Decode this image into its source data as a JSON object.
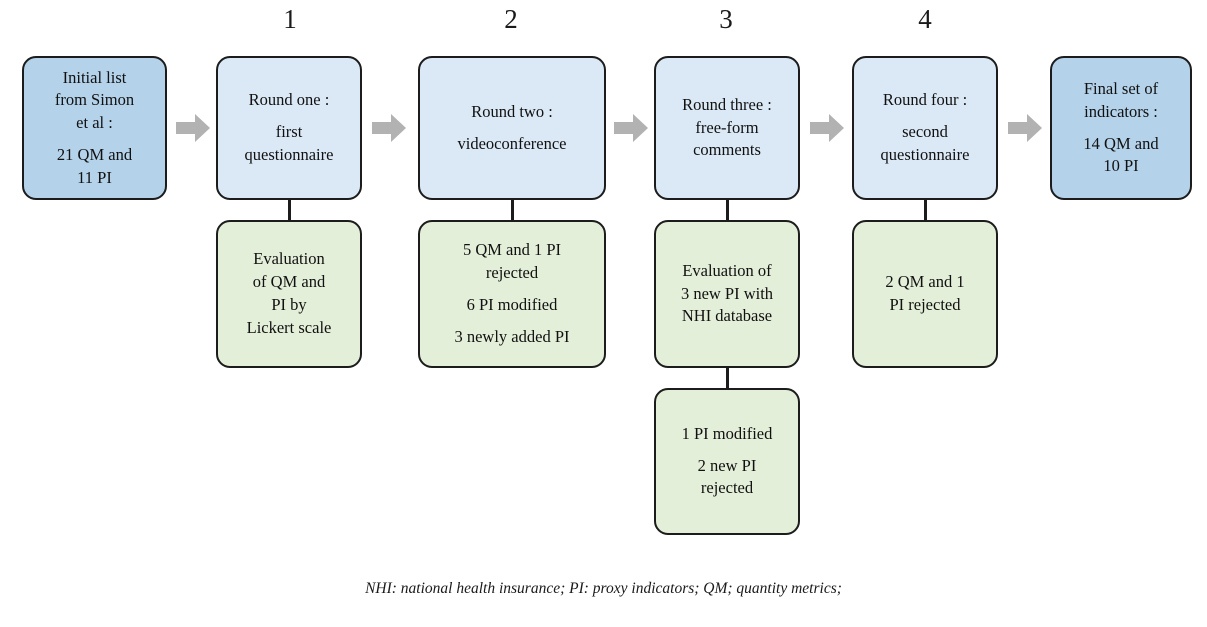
{
  "figure": {
    "type": "flowchart",
    "orientation": "left-to-right with vertical sub-branches",
    "footnote": "NHI: national health insurance; PI: proxy indicators; QM; quantity metrics;"
  },
  "column_numbers": [
    {
      "label": "1"
    },
    {
      "label": "2"
    },
    {
      "label": "3"
    },
    {
      "label": "4"
    }
  ],
  "nodes": {
    "start": {
      "name": "initial-list",
      "fill": "#b4d2ea",
      "lines": [
        "Initial list",
        "from Simon",
        "et al :",
        "",
        "21 QM and",
        "11 PI"
      ]
    },
    "round1": {
      "name": "round-one",
      "fill": "#dbe9f6",
      "lines": [
        "Round one :",
        "",
        "first",
        "questionnaire"
      ]
    },
    "round1_detail": {
      "name": "round-one-detail",
      "fill": "#e4efd9",
      "lines": [
        "Evaluation",
        "of QM and",
        "PI by",
        "Lickert scale"
      ]
    },
    "round2": {
      "name": "round-two",
      "fill": "#dbe9f6",
      "lines": [
        "Round two :",
        "videoconference"
      ]
    },
    "round2_detail": {
      "name": "round-two-detail",
      "fill": "#e4efd9",
      "lines": [
        "5 QM and 1 PI",
        "rejected",
        "",
        "6 PI modified",
        "",
        "3 newly added PI"
      ]
    },
    "round3": {
      "name": "round-three",
      "fill": "#dbe9f6",
      "lines": [
        "Round three :",
        "free-form",
        "comments"
      ]
    },
    "round3_detail": {
      "name": "round-three-detail",
      "fill": "#e4efd9",
      "lines": [
        "Evaluation of",
        "3 new PI with",
        "NHI database"
      ]
    },
    "round3_detail2": {
      "name": "round-three-detail-secondary",
      "fill": "#e4efd9",
      "lines": [
        "1 PI modified",
        "",
        "2 new PI",
        "rejected"
      ]
    },
    "round4": {
      "name": "round-four",
      "fill": "#dbe9f6",
      "lines": [
        "Round four :",
        "",
        "second",
        "questionnaire"
      ]
    },
    "round4_detail": {
      "name": "round-four-detail",
      "fill": "#e4efd9",
      "lines": [
        "2 QM and 1",
        "PI rejected"
      ]
    },
    "final": {
      "name": "final-set",
      "fill": "#b4d2ea",
      "lines": [
        "Final set of",
        "indicators :",
        "",
        "14 QM and",
        "10 PI"
      ]
    }
  },
  "arrows": {
    "icon": "right-block-arrow",
    "color": "#b2b2b2",
    "count": 5
  },
  "colors": {
    "blue_dark": "#b4d2ea",
    "blue_light": "#dbe9f6",
    "green": "#e4efd9",
    "outline": "#1c1c1c",
    "arrow_gray": "#b2b2b2",
    "text": "#111111",
    "background": "#ffffff"
  }
}
